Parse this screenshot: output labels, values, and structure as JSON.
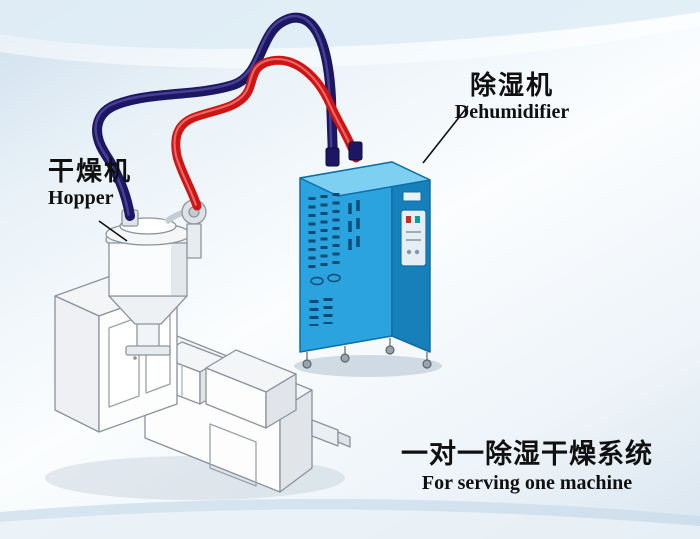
{
  "labels": {
    "dehumidifier_zh": "除湿机",
    "dehumidifier_en": "Dehumidifier",
    "hopper_zh": "干燥机",
    "hopper_en": "Hopper",
    "caption_zh": "一对一除湿干燥系统",
    "caption_en": "For serving one machine"
  },
  "colors": {
    "dehumidifier_body": "#2aa3df",
    "dehumidifier_side": "#177fba",
    "dehumidifier_top": "#7ed0f2",
    "dry_air_pipe": "#cf1414",
    "return_air_pipe": "#1d1663"
  },
  "icons": {
    "dehumidifier_unit": "dehumidifier-cabinet-icon",
    "hopper_unit": "hopper-dryer-icon",
    "extruder_unit": "extruder-machine-icon",
    "dry_air_pipe": "red-air-hose-icon",
    "return_air_pipe": "blue-air-hose-icon"
  }
}
